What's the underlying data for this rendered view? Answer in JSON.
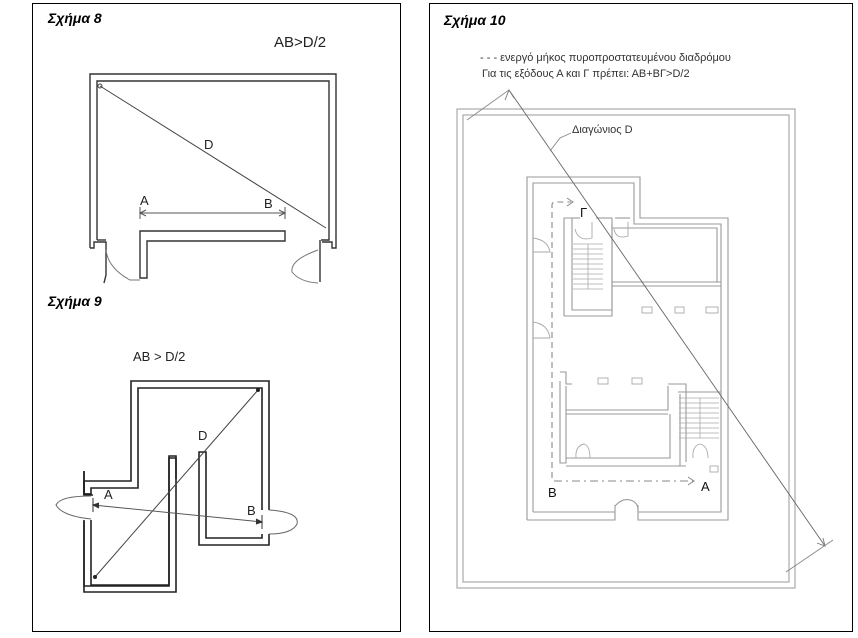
{
  "figures": {
    "fig8": {
      "title": "Σχήμα 8",
      "formula": "AB>D/2",
      "labels": {
        "a": "A",
        "b": "B",
        "d": "D"
      }
    },
    "fig9": {
      "title": "Σχήμα 9",
      "formula": "AB > D/2",
      "labels": {
        "a": "A",
        "b": "B",
        "d": "D"
      }
    },
    "fig10": {
      "title": "Σχήμα 10",
      "legend_line1": "- - - ενεργό μήκος πυροπροστατευμένου διαδρόμου",
      "legend_line2": "Για τις εξόδους Α και Γ πρέπει: ΑΒ+ΒΓ>D/2",
      "diagonal_label": "Διαγώνιος D",
      "labels": {
        "a": "A",
        "b": "B",
        "g": "Γ"
      }
    }
  }
}
